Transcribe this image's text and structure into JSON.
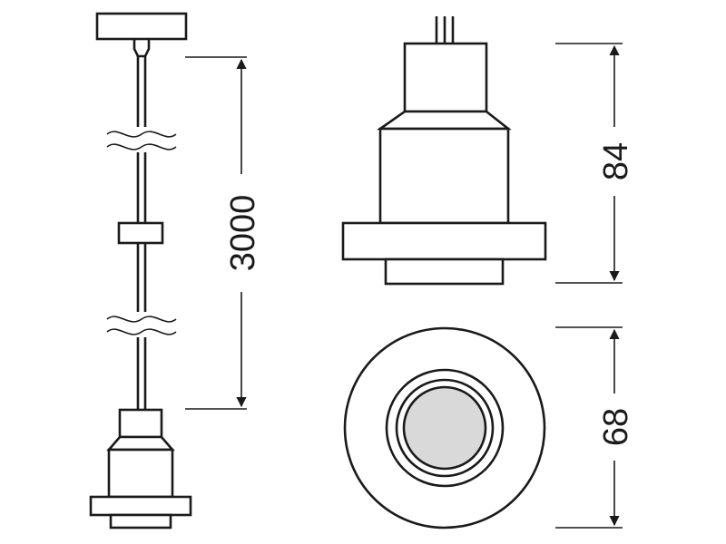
{
  "dimensions": {
    "cable_length": "3000",
    "height": "84",
    "diameter": "68"
  },
  "colors": {
    "line": "#1a1a1a",
    "background": "#ffffff",
    "lens": "#d9d9d9"
  }
}
